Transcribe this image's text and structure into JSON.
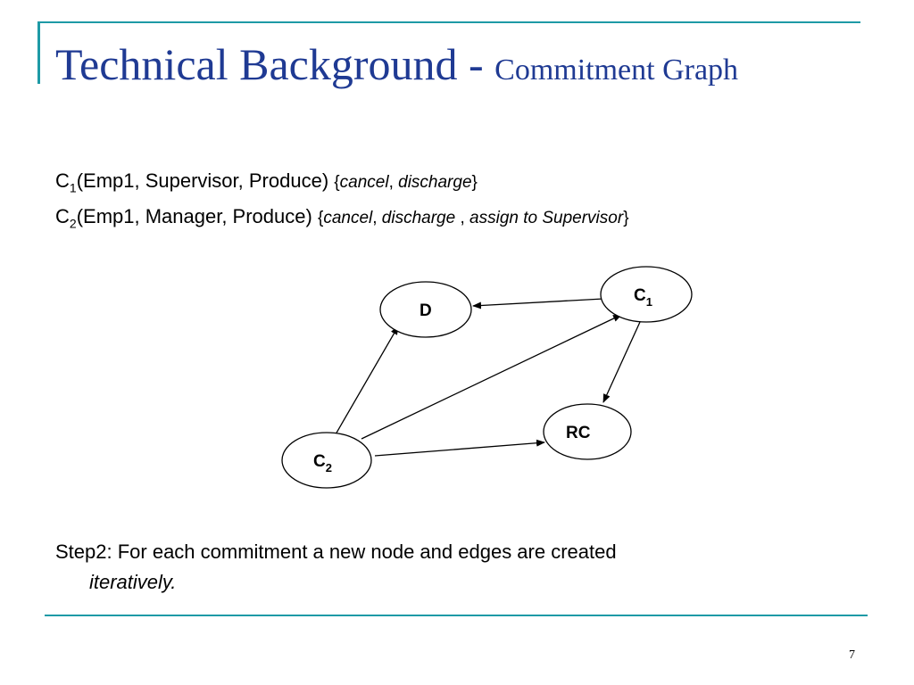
{
  "slide": {
    "title_main": "Technical Background - ",
    "title_sub": "Commitment Graph",
    "page_number": "7"
  },
  "commitments": [
    {
      "name": "C",
      "index": "1",
      "args": "(Emp1, Supervisor, Produce)",
      "brace_open": "{",
      "actions": [
        "cancel",
        "discharge"
      ],
      "brace_close": "}"
    },
    {
      "name": "C",
      "index": "2",
      "args": "(Emp1, Manager, Produce)",
      "brace_open": "{",
      "actions": [
        "cancel",
        "discharge ",
        "assign to Supervisor"
      ],
      "brace_close": "}"
    }
  ],
  "graph": {
    "nodes": [
      {
        "id": "D",
        "label": "D",
        "sub": ""
      },
      {
        "id": "C1",
        "label": "C",
        "sub": "1"
      },
      {
        "id": "RC",
        "label": "RC",
        "sub": ""
      },
      {
        "id": "C2",
        "label": "C",
        "sub": "2"
      }
    ],
    "edges": [
      {
        "from": "C1",
        "to": "D"
      },
      {
        "from": "C1",
        "to": "RC"
      },
      {
        "from": "C2",
        "to": "D"
      },
      {
        "from": "C2",
        "to": "C1"
      },
      {
        "from": "C2",
        "to": "RC"
      }
    ]
  },
  "step": {
    "text": "Step2: For each commitment a new node and edges are created",
    "continuation": "iteratively."
  },
  "colors": {
    "title": "#1f3a93",
    "rule": "#1e9aa6",
    "text": "#000000"
  }
}
